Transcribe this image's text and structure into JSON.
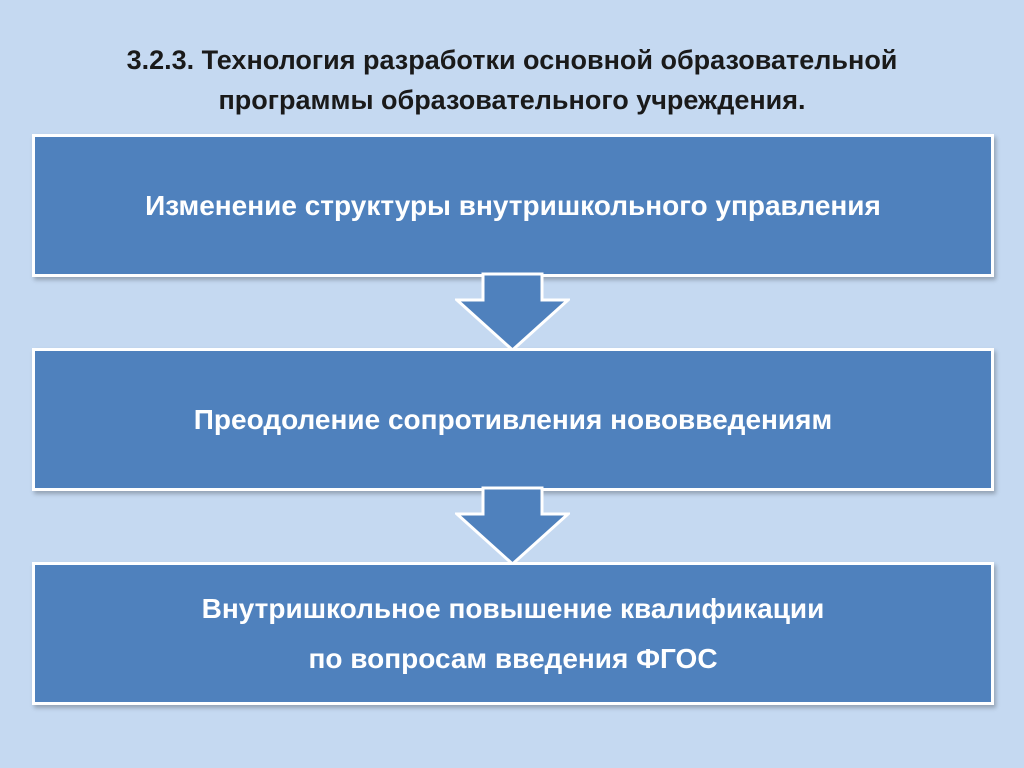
{
  "title": {
    "line1": "3.2.3. Технология разработки основной образовательной",
    "line2": "программы образовательного учреждения."
  },
  "steps": [
    {
      "lines": [
        "Изменение структуры внутришкольного управления"
      ]
    },
    {
      "lines": [
        "Преодоление сопротивления нововведениям"
      ]
    },
    {
      "lines": [
        "Внутришкольное повышение квалификации",
        "по вопросам введения ФГОС"
      ]
    }
  ],
  "colors": {
    "background": "#c5d9f1",
    "box_fill": "#4f81bd",
    "box_border": "#ffffff",
    "text_on_box": "#ffffff",
    "title_text": "#1a1a1a"
  }
}
